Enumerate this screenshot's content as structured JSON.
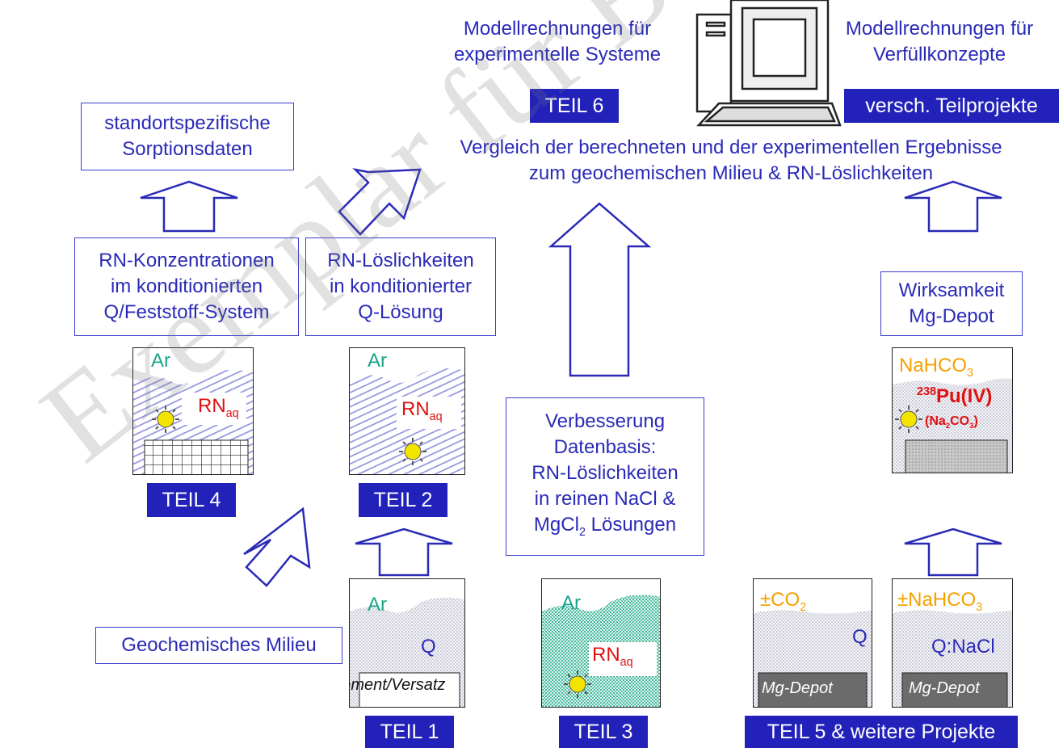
{
  "top": {
    "model_exp": "Modellrechnungen für\nexperimentelle Systeme",
    "model_fill": "Modellrechnungen für\nVerfüllkonzepte",
    "teil6": "TEIL 6",
    "teilprojekte": "versch. Teilprojekte",
    "compare": "Vergleich der berechneten und der experimentellen Ergebnisse\nzum geochemischen Milieu & RN-Löslichkeiten"
  },
  "boxes": {
    "sorption": "standortspezifische\nSorptionsdaten",
    "konz": "RN-Konzentrationen\nim konditionierten\nQ/Feststoff-System",
    "loesl": "RN-Löslichkeiten\nin konditionierter\nQ-Lösung",
    "wirk": "Wirksamkeit\nMg-Depot",
    "verbesserung_1": "Verbesserung\nDatenbasis:\nRN-Löslichkeiten\nin reinen NaCl &",
    "verbesserung_mg": "MgCl",
    "verbesserung_sub": "2",
    "verbesserung_end": " Lösungen",
    "milieu": "Geochemisches Milieu"
  },
  "labels": {
    "teil4": "TEIL 4",
    "teil2": "TEIL 2",
    "teil1": "TEIL 1",
    "teil3": "TEIL 3",
    "teil5": "TEIL 5 & weitere Projekte"
  },
  "vessels": {
    "ar": "Ar",
    "rn": "RN",
    "aq": "aq",
    "q": "Q",
    "zement": "Zement/Versatz",
    "nahco3_a": "NaHCO",
    "sub3": "3",
    "pu_sup": "238",
    "pu": "Pu(IV)",
    "na2co3_a": "(Na",
    "na2co3_sub": "2",
    "na2co3_b": "CO",
    "na2co3_c": ")",
    "co2_a": "±CO",
    "co2_sub": "2",
    "pm_nahco3": "±NaHCO",
    "qnacl": "Q:NaCl",
    "mgdepot": "Mg-Depot"
  },
  "watermark": "Exemplar für BMBF u"
}
